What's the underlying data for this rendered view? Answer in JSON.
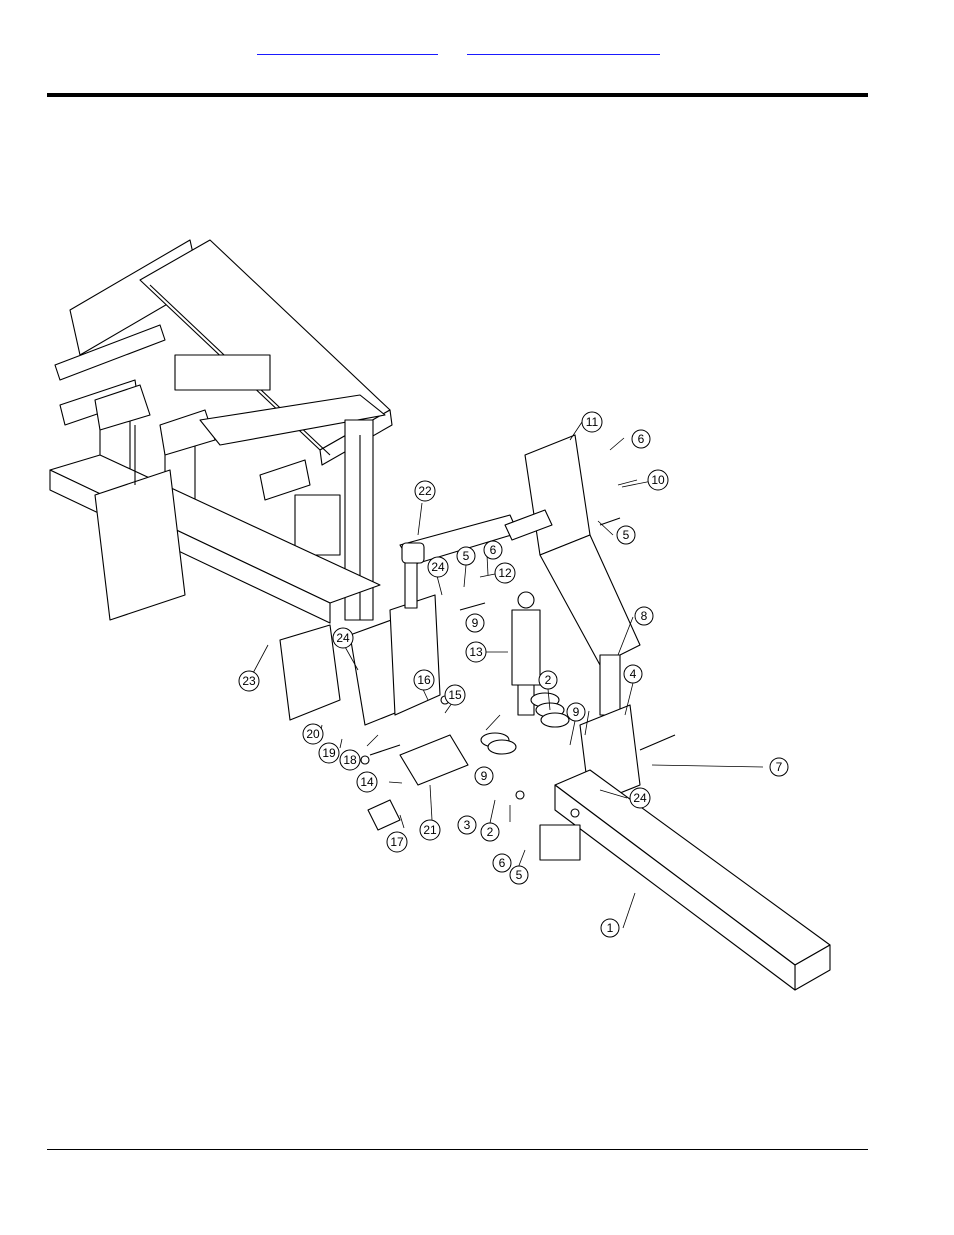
{
  "header": {
    "links": [
      "",
      ""
    ]
  },
  "diagram": {
    "callouts": [
      {
        "id": "c1",
        "label": "1"
      },
      {
        "id": "c2a",
        "label": "2"
      },
      {
        "id": "c2b",
        "label": "2"
      },
      {
        "id": "c3",
        "label": "3"
      },
      {
        "id": "c4",
        "label": "4"
      },
      {
        "id": "c5a",
        "label": "5"
      },
      {
        "id": "c5b",
        "label": "5"
      },
      {
        "id": "c5c",
        "label": "5"
      },
      {
        "id": "c6a",
        "label": "6"
      },
      {
        "id": "c6b",
        "label": "6"
      },
      {
        "id": "c6c",
        "label": "6"
      },
      {
        "id": "c7",
        "label": "7"
      },
      {
        "id": "c8",
        "label": "8"
      },
      {
        "id": "c9a",
        "label": "9"
      },
      {
        "id": "c9b",
        "label": "9"
      },
      {
        "id": "c9c",
        "label": "9"
      },
      {
        "id": "c10",
        "label": "10"
      },
      {
        "id": "c11",
        "label": "11"
      },
      {
        "id": "c12",
        "label": "12"
      },
      {
        "id": "c13",
        "label": "13"
      },
      {
        "id": "c14",
        "label": "14"
      },
      {
        "id": "c15",
        "label": "15"
      },
      {
        "id": "c16",
        "label": "16"
      },
      {
        "id": "c17",
        "label": "17"
      },
      {
        "id": "c18",
        "label": "18"
      },
      {
        "id": "c19",
        "label": "19"
      },
      {
        "id": "c20",
        "label": "20"
      },
      {
        "id": "c21",
        "label": "21"
      },
      {
        "id": "c22",
        "label": "22"
      },
      {
        "id": "c23",
        "label": "23"
      },
      {
        "id": "c24a",
        "label": "24"
      },
      {
        "id": "c24b",
        "label": "24"
      },
      {
        "id": "c24c",
        "label": "24"
      }
    ]
  }
}
